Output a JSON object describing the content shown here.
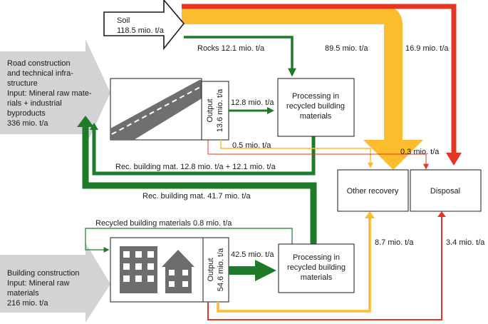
{
  "sources": {
    "soil": {
      "name": "Soil",
      "amount": "118.5 mio. t/a"
    },
    "road": {
      "lines": [
        "Road construction",
        "and technical infra-",
        "structure",
        "Input: Mineral raw mate-",
        "rials + industrial",
        "byproducts",
        "336 mio. t/a"
      ]
    },
    "building": {
      "lines": [
        "Building construction",
        "Input: Mineral raw",
        "materials",
        "216 mio. t/a"
      ]
    }
  },
  "boxes": {
    "processing_top": [
      "Processing in",
      "recycled building",
      "materials"
    ],
    "processing_bottom": [
      "Processing in",
      "recycled building",
      "materials"
    ],
    "other_recovery": "Other recovery",
    "disposal": "Disposal",
    "output_top": [
      "Output",
      "13.6 mio. t/a"
    ],
    "output_bottom": [
      "Output",
      "54.6 mio. t/a"
    ]
  },
  "flows": {
    "rocks": "Rocks 12.1 mio. t/a",
    "soil_other": "89.5 mio. t/a",
    "soil_disposal": "16.9 mio. t/a",
    "road_processing": "12.8 mio. t/a",
    "road_other": "0.5 mio. t/a",
    "road_disposal": "0.3 mio. t/a",
    "rec_road": "Rec. building mat. 12.8 mio. t/a + 12.1 mio. t/a",
    "rec_building": "Rec. building mat. 41.7 mio. t/a",
    "rec_loop": "Recycled building materials 0.8 mio. t/a",
    "building_processing": "42.5 mio. t/a",
    "building_other": "8.7 mio. t/a",
    "building_disposal": "3.4 mio. t/a"
  },
  "colors": {
    "soil_flow": "#fbbc2d",
    "disposal_flow": "#e53524",
    "recycled_flow": "#1f7a2a",
    "source_arrow": "#d3d3d3",
    "building_icon": "#6d6d6d",
    "road": "#6f6f6f"
  }
}
